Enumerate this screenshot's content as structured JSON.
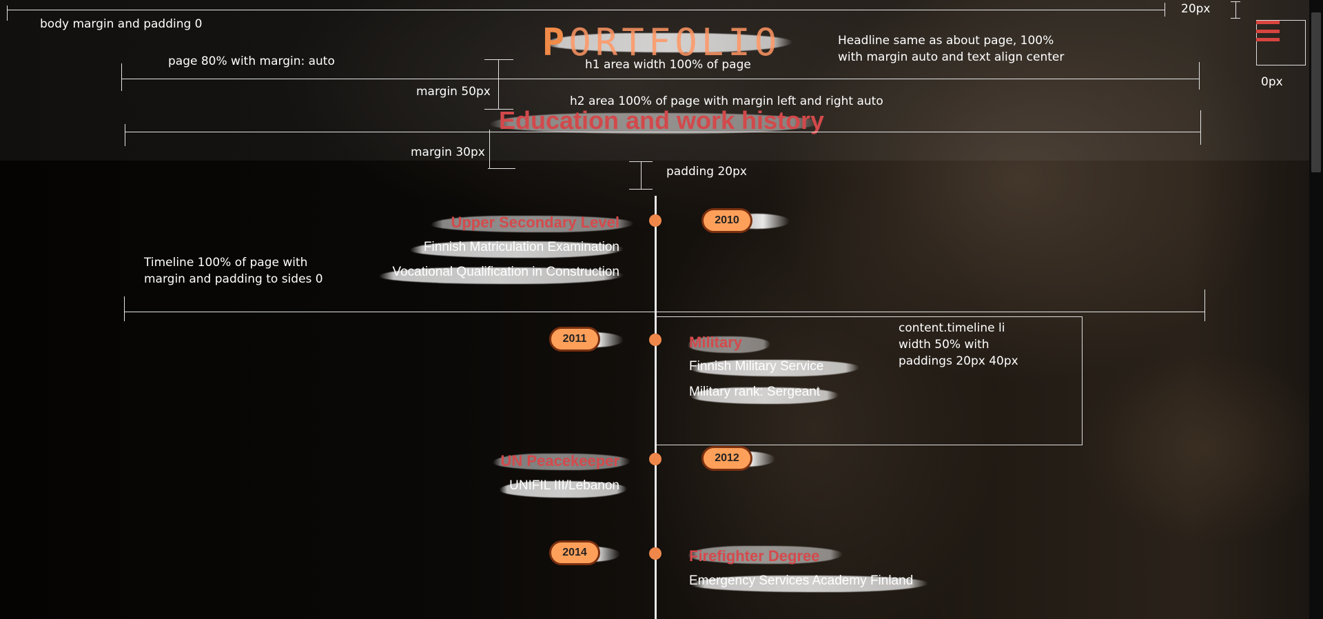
{
  "header": {
    "title_first": "P",
    "title_rest": "ORTFOLIO",
    "section_title": "Education and work history"
  },
  "menu": {
    "icon": "hamburger-menu-icon"
  },
  "annotations": {
    "body_margin": "body margin and padding 0",
    "top_padding": "20px",
    "page_width": "page 80% with margin: auto",
    "h1_area": "h1 area width 100% of page",
    "headline_line1": "Headline same as about page, 100%",
    "headline_line2": "with margin auto and text align center",
    "menu_margin": "0px",
    "margin_50": "margin 50px",
    "h2_area": "h2 area 100% of page with margin left and right auto",
    "margin_30": "margin 30px",
    "padding_20": "padding 20px",
    "timeline_line1": "Timeline 100% of page with",
    "timeline_line2": "margin and padding to sides 0",
    "li_line1": "content.timeline li",
    "li_line2": "width 50% with",
    "li_line3": "paddings 20px 40px"
  },
  "timeline": [
    {
      "year": "2010",
      "title": "Upper Secondary Level",
      "lines": [
        "Finnish Matriculation Examination",
        "Vocational Qualification in Construction"
      ]
    },
    {
      "year": "2011",
      "title": "Military",
      "lines": [
        "Finnish Military Service",
        "Military rank: Sergeant"
      ]
    },
    {
      "year": "2012",
      "title": "UN Peacekeeper",
      "lines": [
        "UNIFIL III/Lebanon"
      ]
    },
    {
      "year": "2014",
      "title": "Firefighter Degree",
      "lines": [
        "Emergency Services Academy Finland"
      ]
    }
  ],
  "colors": {
    "accent_red": "#d2494b",
    "accent_orange": "#f0874a",
    "badge_fill": "#ffa05a"
  }
}
